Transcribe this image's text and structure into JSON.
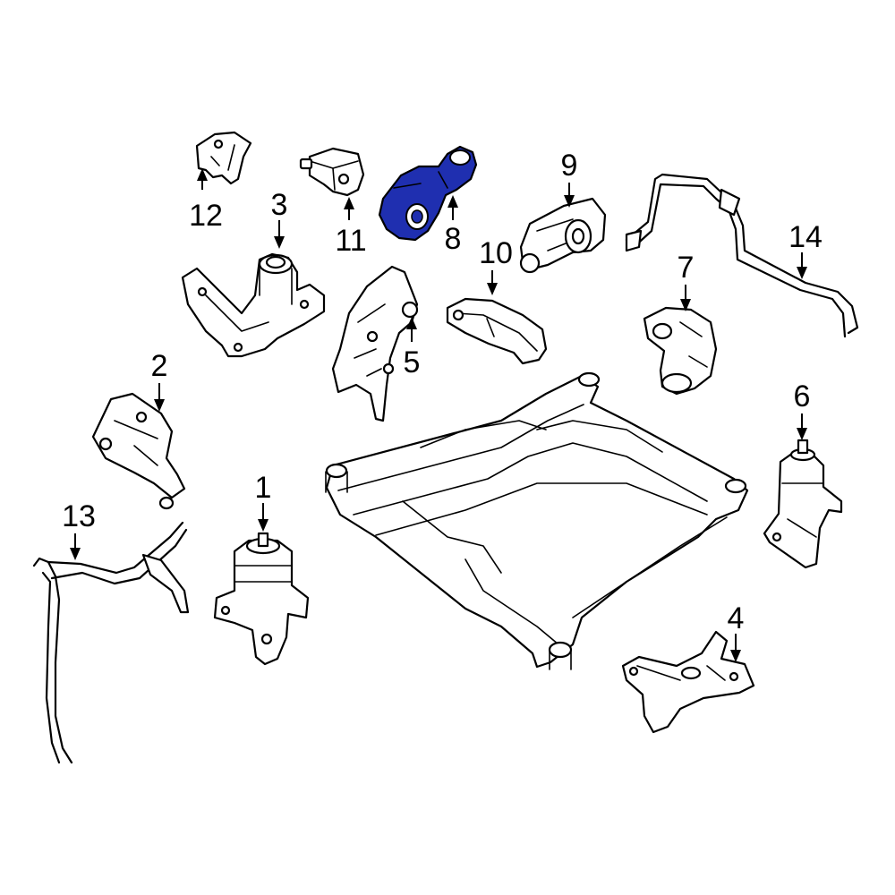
{
  "diagram": {
    "highlight_color": "#1f2fb0",
    "highlighted_part": "8",
    "callouts": [
      {
        "id": "1",
        "label": "1"
      },
      {
        "id": "2",
        "label": "2"
      },
      {
        "id": "3",
        "label": "3"
      },
      {
        "id": "4",
        "label": "4"
      },
      {
        "id": "5",
        "label": "5"
      },
      {
        "id": "6",
        "label": "6"
      },
      {
        "id": "7",
        "label": "7"
      },
      {
        "id": "8",
        "label": "8"
      },
      {
        "id": "9",
        "label": "9"
      },
      {
        "id": "10",
        "label": "10"
      },
      {
        "id": "11",
        "label": "11"
      },
      {
        "id": "12",
        "label": "12"
      },
      {
        "id": "13",
        "label": "13"
      },
      {
        "id": "14",
        "label": "14"
      }
    ]
  }
}
